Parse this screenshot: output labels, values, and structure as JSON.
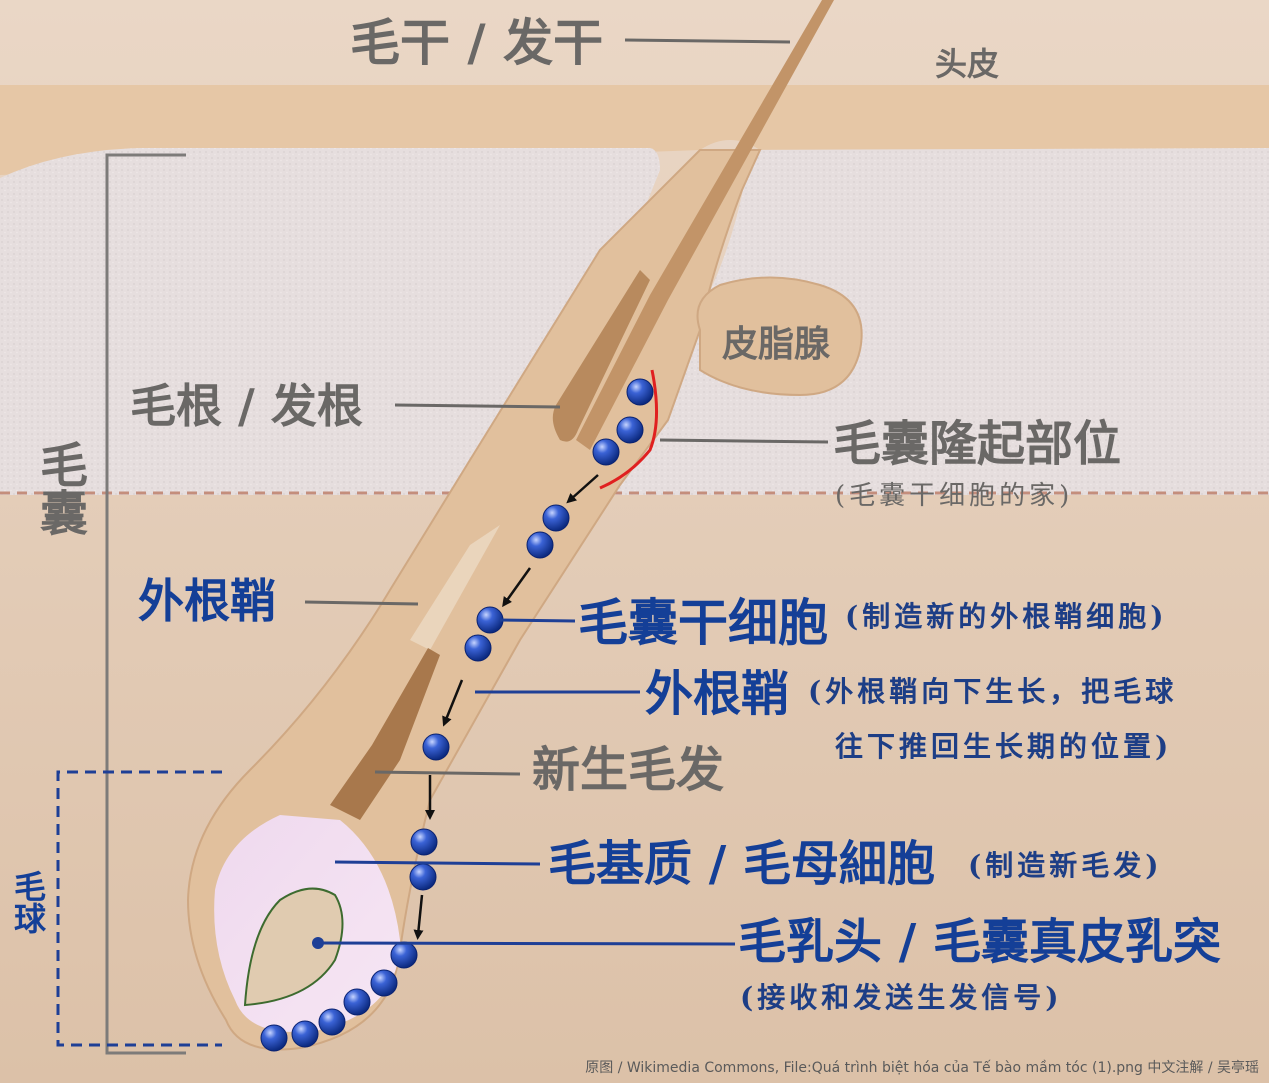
{
  "labels": {
    "hair_shaft": "毛干 / 发干",
    "scalp": "头皮",
    "sebaceous_gland": "皮脂腺",
    "hair_root": "毛根 / 发根",
    "bulge": "毛囊隆起部位",
    "bulge_note": "(毛囊干细胞的家)",
    "follicle_vertical": "毛囊",
    "outer_root_sheath": "外根鞘",
    "stem_cells": "毛囊干细胞",
    "stem_cells_note": "(制造新的外根鞘细胞)",
    "outer_root_sheath_2": "外根鞘",
    "outer_root_sheath_2_note_line1": "(外根鞘向下生长，把毛球",
    "outer_root_sheath_2_note_line2": "往下推回生长期的位置)",
    "new_hair": "新生毛发",
    "matrix": "毛基质 / 毛母細胞",
    "matrix_note": "(制造新毛发)",
    "papilla": "毛乳头 / 毛囊真皮乳突",
    "papilla_note": "(接收和发送生发信号)",
    "bulb_vertical": "毛球"
  },
  "credit": "原图 / Wikimedia Commons, File:Quá trình biệt hóa của Tế bào mầm tóc (1).png     中文注解 / 吴亭瑶",
  "colors": {
    "skin": "#ead6c3",
    "dermis_band": "#e4dcdc",
    "follicle": "#e0bd98",
    "hair": "#b88a5e",
    "stem_cell": "#1f48b8",
    "label_blue": "#143f97",
    "label_gray": "#6a6866",
    "bulge_highlight": "#e02020"
  }
}
